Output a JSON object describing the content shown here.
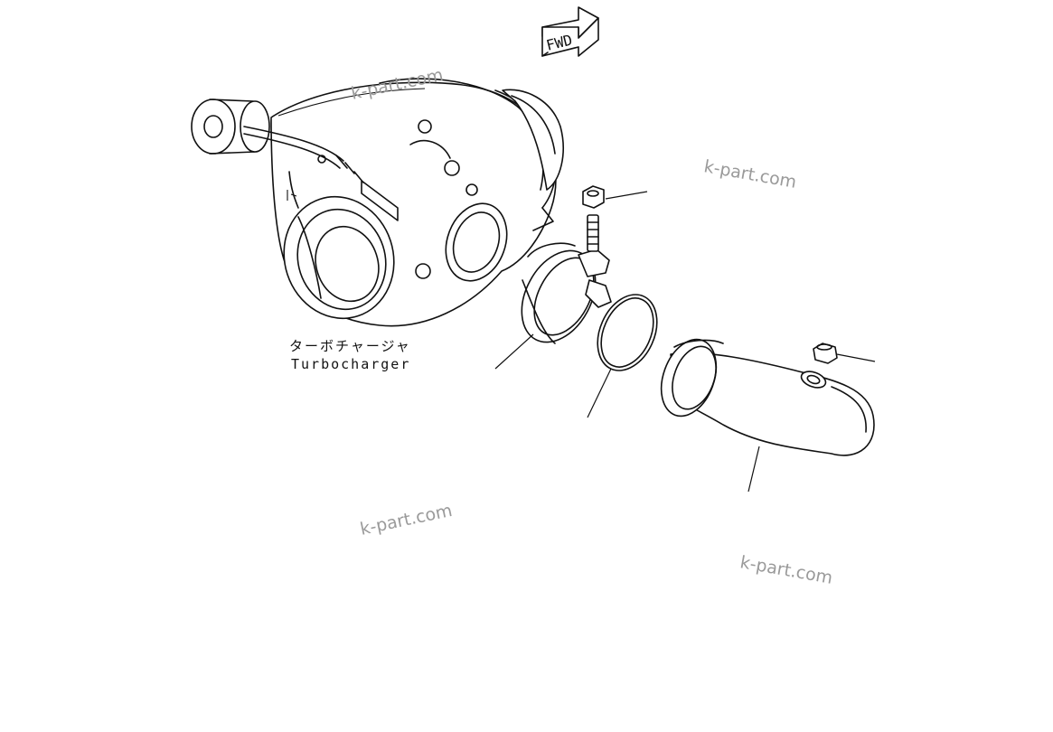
{
  "fwd_label": "FWD",
  "turbocharger_label_jp": "ターボチャージャ",
  "turbocharger_label_en": "Turbocharger",
  "watermark": "k-part.com",
  "colors": {
    "line": "#111111",
    "watermark": "#9a9a9a",
    "background": "#ffffff"
  },
  "icons": {
    "fwd_arrow": "fwd-arrow-icon"
  }
}
